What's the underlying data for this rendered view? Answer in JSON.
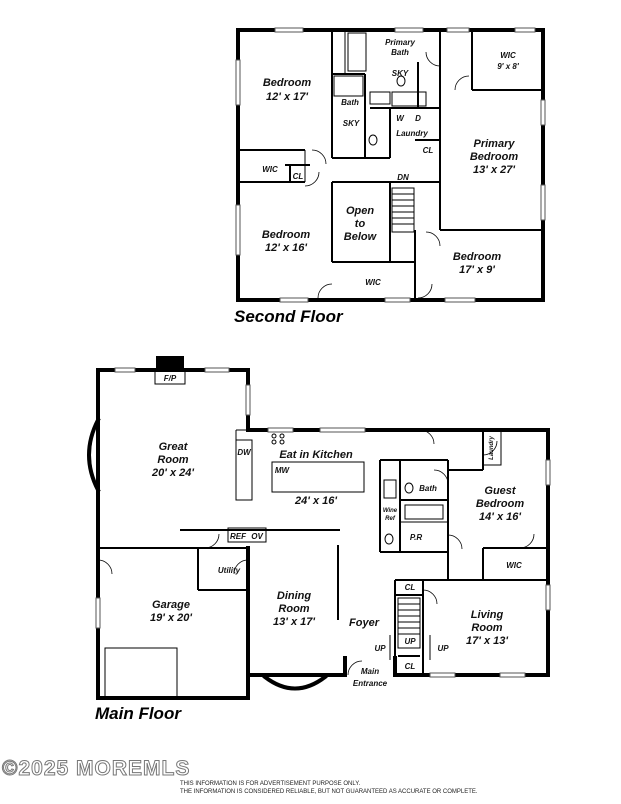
{
  "second_floor": {
    "title": "Second Floor",
    "rooms": {
      "bedroom_nw": {
        "name": "Bedroom",
        "size": "12' x 17'"
      },
      "primary_bath": {
        "name_line1": "Primary",
        "name_line2": "Bath",
        "sky": "SKY"
      },
      "wic_ne": {
        "name": "WIC",
        "size": "9' x 8'"
      },
      "bath": {
        "name": "Bath",
        "sky": "SKY"
      },
      "laundry": {
        "name": "Laundry",
        "w": "W",
        "d": "D"
      },
      "cl_laundry": "CL",
      "primary_bedroom": {
        "name_line1": "Primary",
        "name_line2": "Bedroom",
        "size": "13' x 27'"
      },
      "wic_w": "WIC",
      "cl_w": "CL",
      "dn": "DN",
      "open_below": {
        "line1": "Open",
        "line2": "to",
        "line3": "Below"
      },
      "bedroom_sw": {
        "name": "Bedroom",
        "size": "12' x 16'"
      },
      "bedroom_se": {
        "name": "Bedroom",
        "size": "17' x 9'"
      },
      "wic_s": "WIC"
    }
  },
  "main_floor": {
    "title": "Main Floor",
    "rooms": {
      "fp": "F/P",
      "great_room": {
        "line1": "Great",
        "line2": "Room",
        "size": "20' x 24'"
      },
      "dw": "DW",
      "eat_in_kitchen": {
        "name": "Eat in Kitchen",
        "mw": "MW",
        "size": "24' x 16'"
      },
      "laundry": "Laundry",
      "bath": "Bath",
      "wine_ref": {
        "line1": "Wine",
        "line2": "Ref"
      },
      "pr": "P.R",
      "guest_bedroom": {
        "line1": "Guest",
        "line2": "Bedroom",
        "size": "14' x 16'"
      },
      "ref": "REF",
      "ov": "OV",
      "utility": "Utility",
      "wic": "WIC",
      "garage": {
        "name": "Garage",
        "size": "19' x 20'"
      },
      "dining_room": {
        "line1": "Dining",
        "line2": "Room",
        "size": "13' x 17'"
      },
      "foyer": "Foyer",
      "cl_top": "CL",
      "up_left": "UP",
      "up_mid": "UP",
      "up_right": "UP",
      "cl_bottom": "CL",
      "main_entrance": {
        "line1": "Main",
        "line2": "Entrance"
      },
      "living_room": {
        "line1": "Living",
        "line2": "Room",
        "size": "17' x 13'"
      }
    }
  },
  "watermark": "©2025 MOREMLS",
  "disclaimer": {
    "line1": "THIS INFORMATION IS FOR ADVERTISEMENT PURPOSE ONLY.",
    "line2": "THE INFORMATION IS CONSIDERED RELIABLE, BUT NOT GUARANTEED AS ACCURATE OR COMPLETE."
  }
}
